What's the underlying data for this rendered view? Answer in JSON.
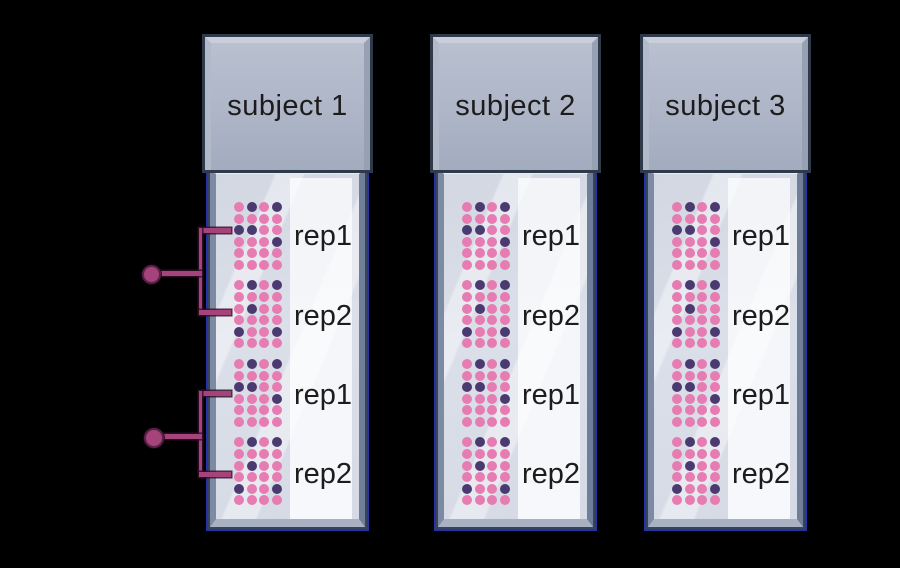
{
  "figure": {
    "background_color": "#000000",
    "colors": {
      "dot_pink": "#e67cb1",
      "dot_purple": "#4a3a70",
      "bracket": "#a4447a",
      "label_text": "#1c1c1c",
      "slide_plate": "#adb5c7",
      "slide_glass": "#dbdfe9",
      "slide_stripe": "#f5f6fa",
      "edge_dark": "#39445a",
      "edge_navy": "#2434a5"
    },
    "dot_patterns": {
      "A": [
        "PDPD",
        "PPPP",
        "DDPP",
        "PPPD",
        "PPPP",
        "PPPP"
      ],
      "B": [
        "PDPD",
        "PPPP",
        "PDPP",
        "PPPP",
        "DPPD",
        "PPPP"
      ]
    },
    "slides": [
      {
        "label": "subject 1",
        "rep_labels": [
          "rep1",
          "rep2",
          "rep1",
          "rep2"
        ],
        "block_patterns": [
          "A",
          "B",
          "A",
          "B"
        ]
      },
      {
        "label": "subject 2",
        "rep_labels": [
          "rep1",
          "rep2",
          "rep1",
          "rep2"
        ],
        "block_patterns": [
          "A",
          "B",
          "A",
          "B"
        ]
      },
      {
        "label": "subject 3",
        "rep_labels": [
          "rep1",
          "rep2",
          "rep1",
          "rep2"
        ],
        "block_patterns": [
          "A",
          "B",
          "A",
          "B"
        ]
      }
    ],
    "pair_markers": {
      "count": 2,
      "description_text": ""
    }
  }
}
